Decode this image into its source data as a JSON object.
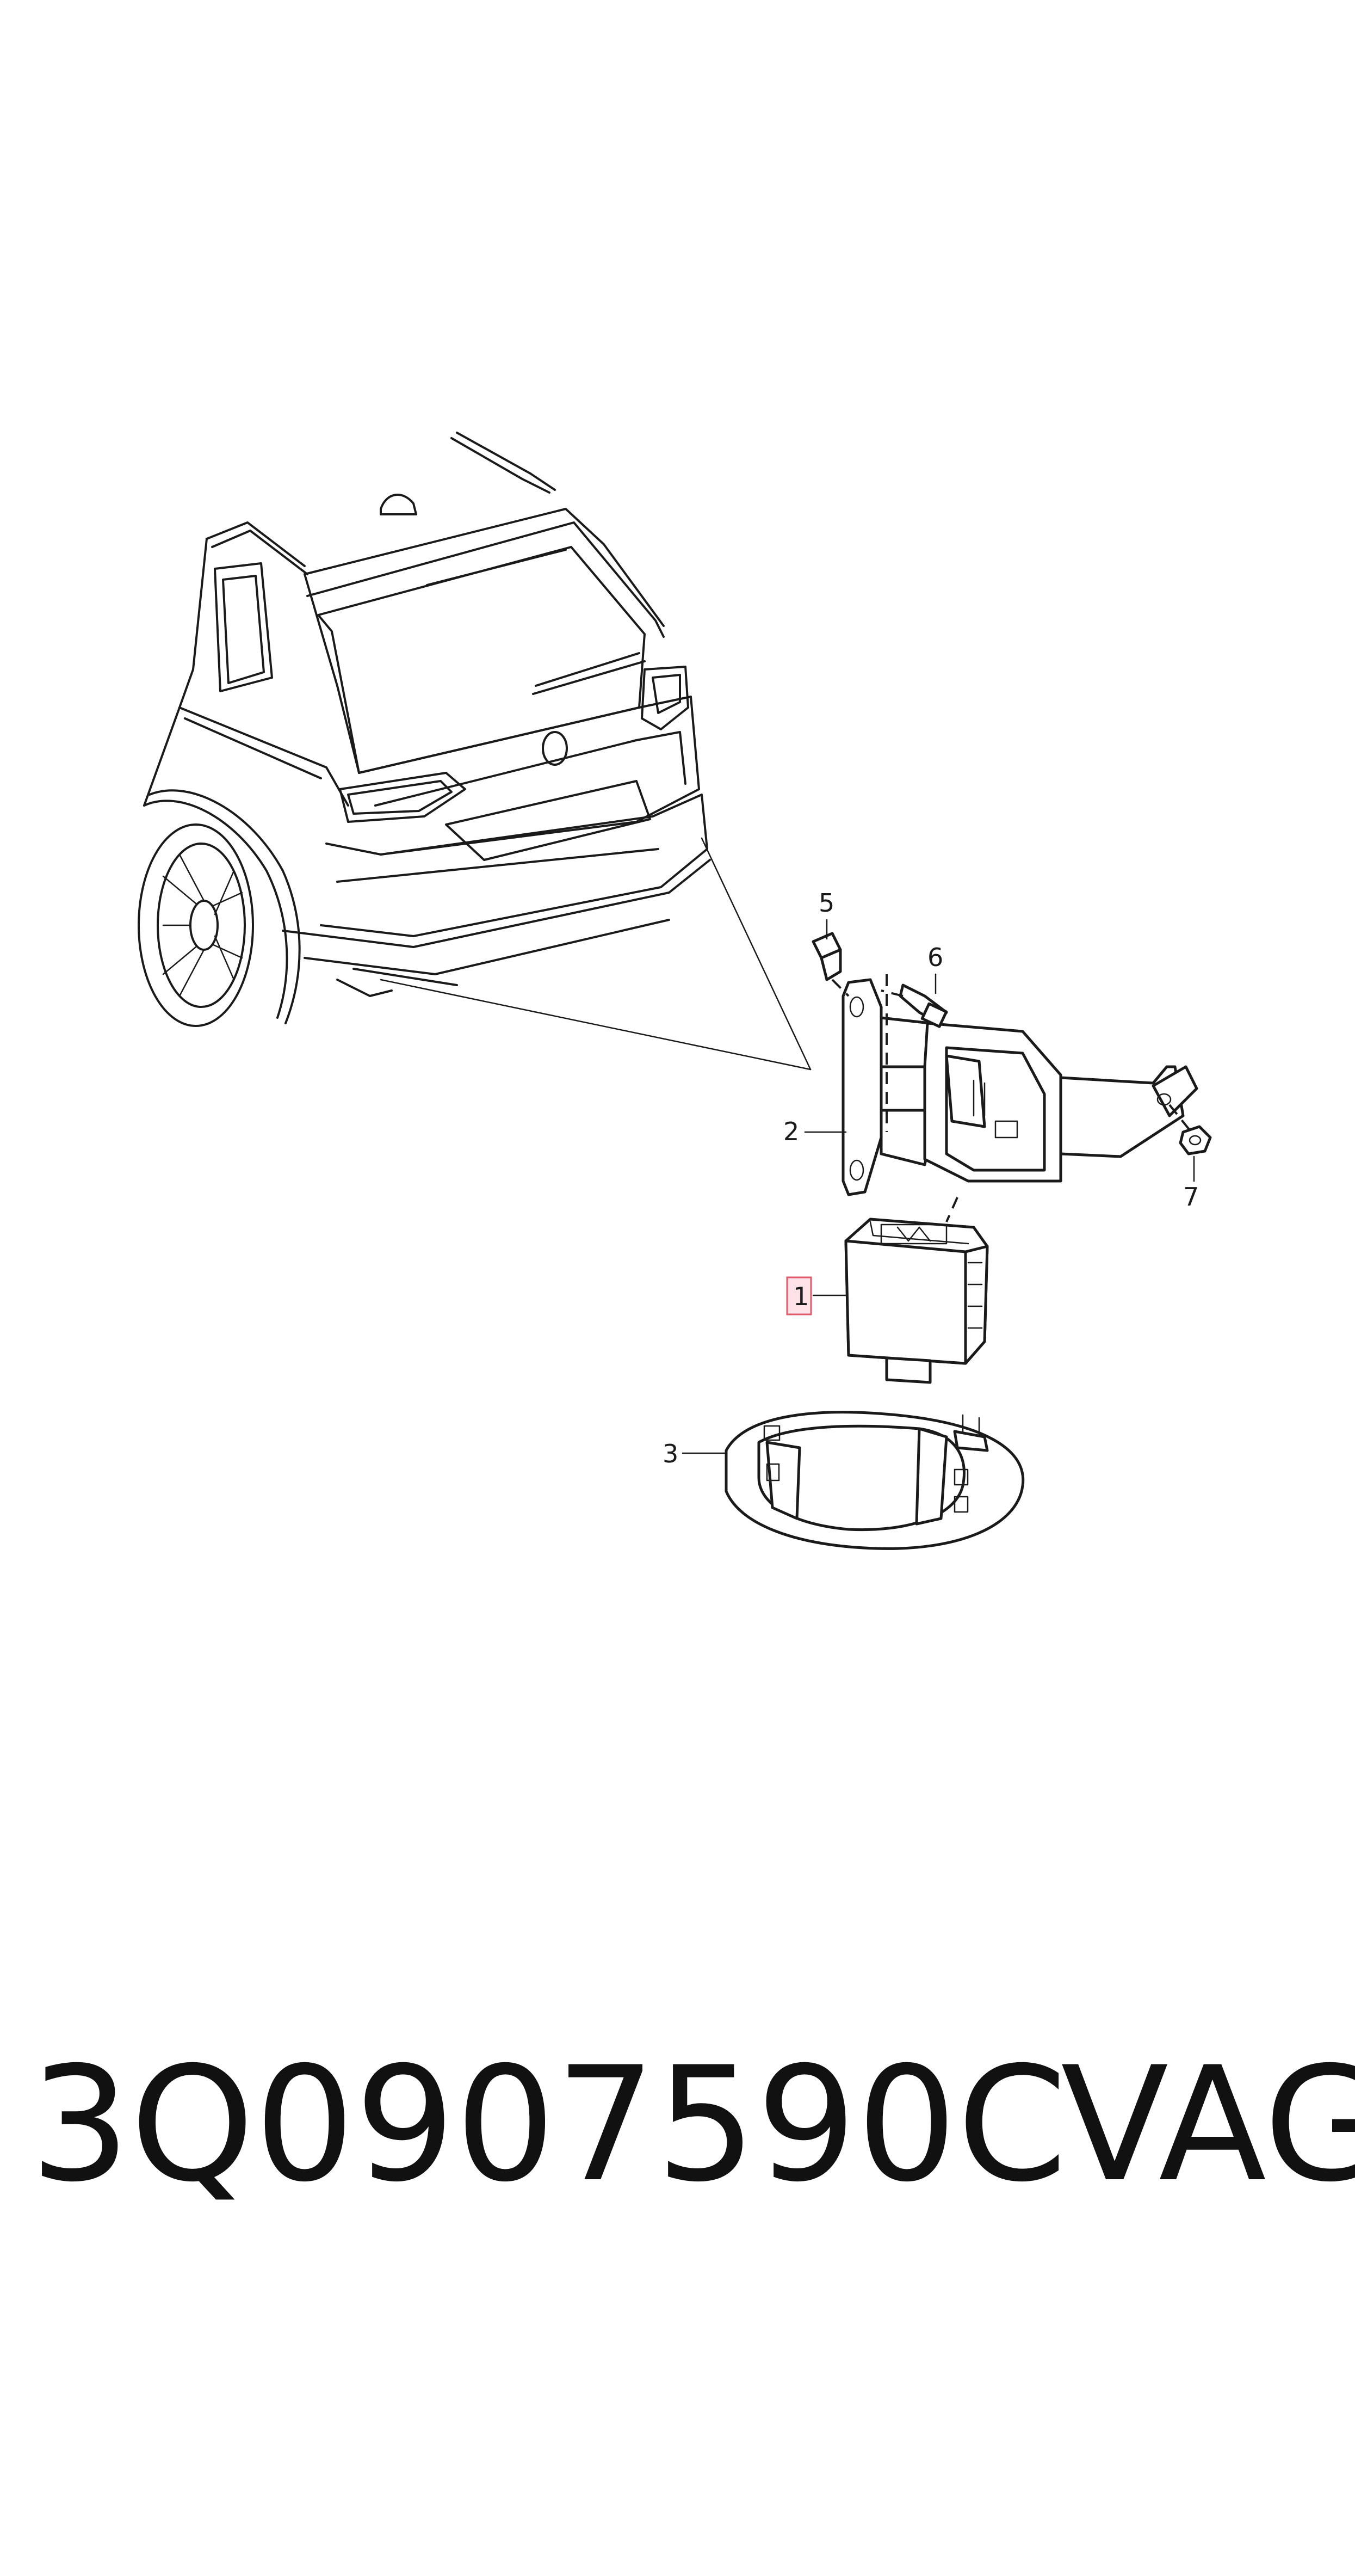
{
  "callouts": [
    "1",
    "2",
    "3",
    "5",
    "6",
    "7"
  ],
  "highlighted_callout": "1",
  "highlight_color": "#e05a6a",
  "caption": {
    "part_number": "3Q0907590C",
    "brand": "VAG"
  }
}
